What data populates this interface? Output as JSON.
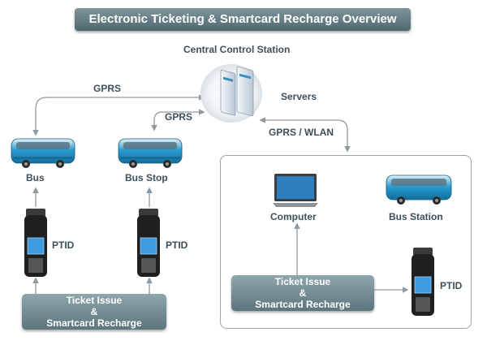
{
  "title": "Electronic Ticketing & Smartcard Recharge Overview",
  "central_label": "Central Control Station",
  "servers_label": "Servers",
  "links": {
    "gprs_bus": "GPRS",
    "gprs_busstop": "GPRS",
    "gprs_wlan": "GPRS / WLAN"
  },
  "left_group": {
    "bus_label": "Bus",
    "busstop_label": "Bus Stop",
    "ptid_left": "PTID",
    "ptid_mid": "PTID",
    "ticket_box": [
      "Ticket Issue",
      "&",
      "Smartcard Recharge"
    ]
  },
  "station_group": {
    "computer_label": "Computer",
    "bus_station_label": "Bus Station",
    "ptid_label": "PTID",
    "ticket_box": [
      "Ticket Issue",
      "&",
      "Smartcard Recharge"
    ]
  },
  "colors": {
    "label_text": "#3d4f5c",
    "connector": "#8e9aa2",
    "box_fill": "#6f888e",
    "bus_body": "#1f8fc4",
    "server_body": "#d5dee6"
  }
}
